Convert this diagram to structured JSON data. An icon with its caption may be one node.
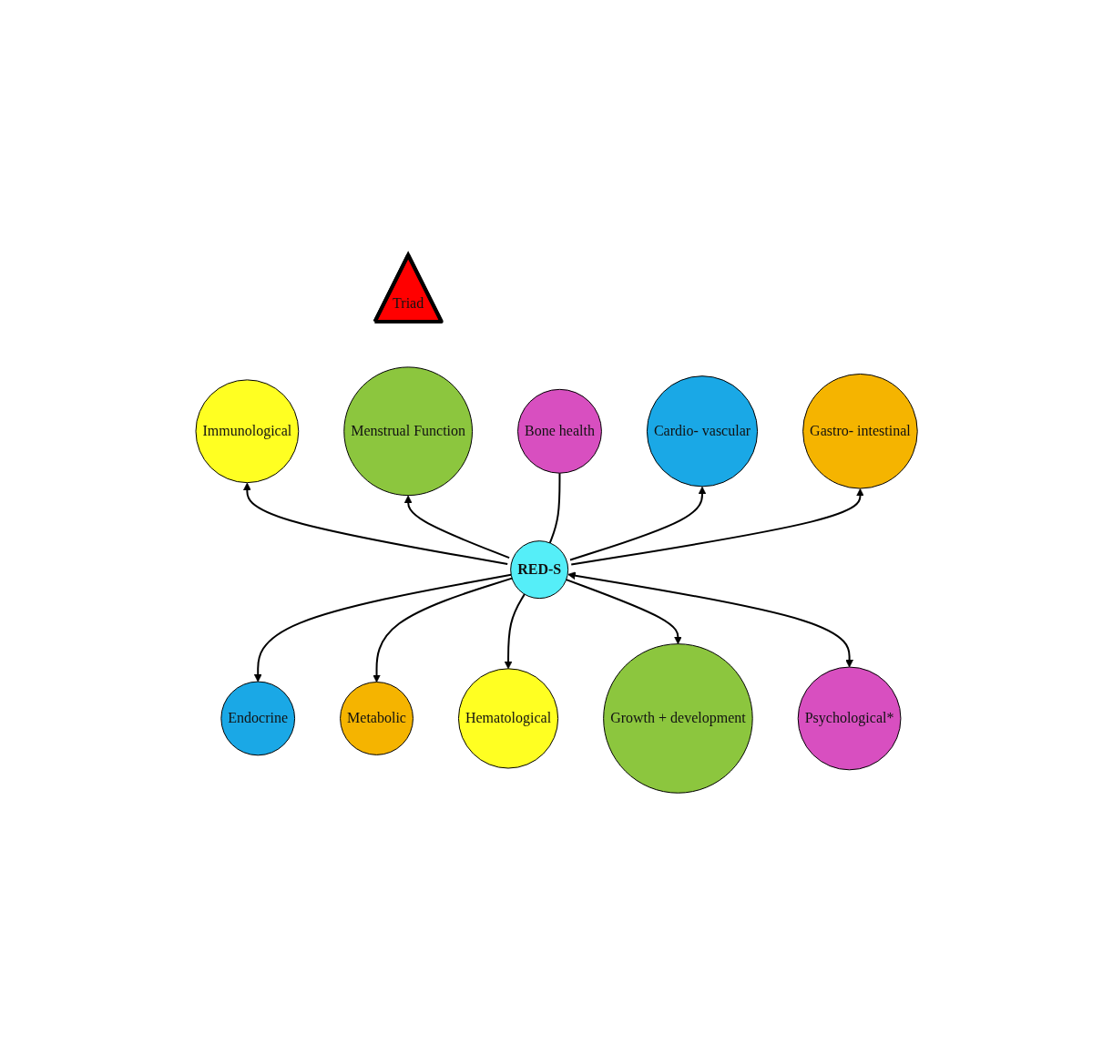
{
  "diagram": {
    "nodes": [
      {
        "text": [
          "RED-S"
        ]
      },
      {
        "text": [
          "Immunological"
        ]
      },
      {
        "text": [
          "Menstrual Function"
        ]
      },
      {
        "text": [
          "Triad"
        ]
      },
      {
        "text": [
          "Bone health"
        ]
      },
      {
        "text": [
          "Endocrine"
        ]
      },
      {
        "text": [
          "Metabolic"
        ]
      },
      {
        "text": [
          "Hematological"
        ]
      },
      {
        "text": [
          "Growth + development"
        ]
      },
      {
        "text": [
          "Psychological*"
        ]
      },
      {
        "text": [
          "Cardio- vascular"
        ]
      },
      {
        "text": [
          "Gastro- intestinal"
        ]
      }
    ],
    "edges": [
      {
        "from": 0,
        "to": 1,
        "arrow": "to"
      },
      {
        "from": 0,
        "to": 2,
        "arrow": "to"
      },
      {
        "from": 0,
        "to": 4,
        "arrow": "none"
      },
      {
        "from": 0,
        "to": 5,
        "arrow": "to"
      },
      {
        "from": 0,
        "to": 6,
        "arrow": "to"
      },
      {
        "from": 0,
        "to": 7,
        "arrow": "to"
      },
      {
        "from": 0,
        "to": 8,
        "arrow": "to"
      },
      {
        "from": 0,
        "to": 9,
        "arrow": "both"
      },
      {
        "from": 0,
        "to": 10,
        "arrow": "to"
      },
      {
        "from": 0,
        "to": 11,
        "arrow": "to"
      }
    ]
  }
}
